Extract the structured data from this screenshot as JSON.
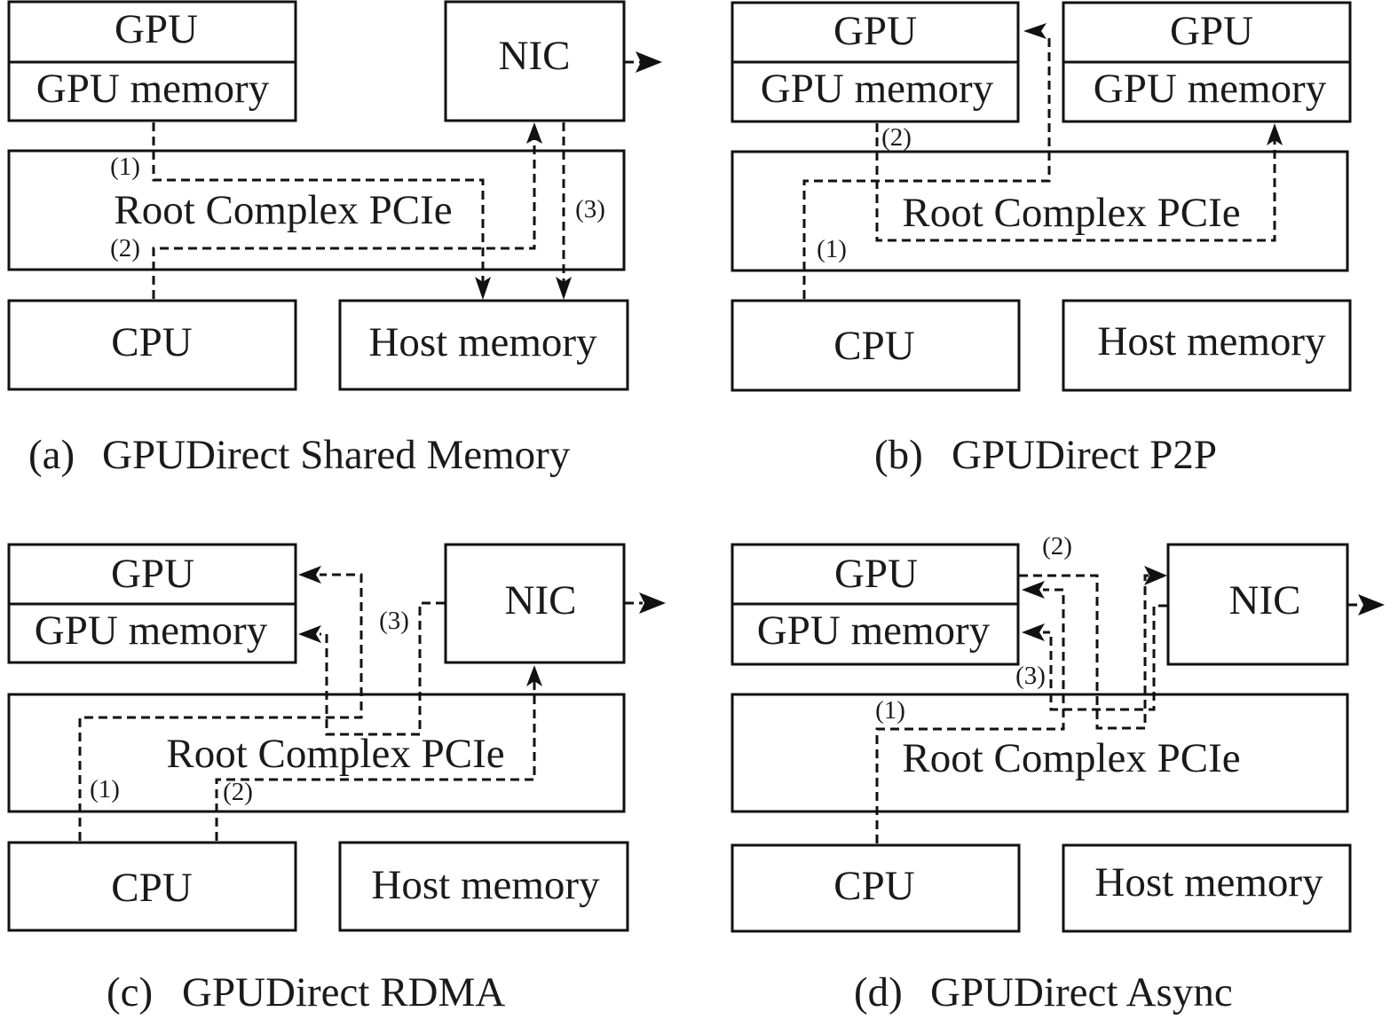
{
  "colors": {
    "stroke": "#111111",
    "text": "#1a1a1a",
    "background": "#ffffff"
  },
  "panels": [
    {
      "id": "a",
      "caption_tag": "(a)",
      "caption": "GPUDirect Shared Memory",
      "boxes": {
        "gpu": "GPU",
        "gpu_memory": "GPU memory",
        "nic": "NIC",
        "root": "Root Complex PCIe",
        "cpu": "CPU",
        "host": "Host memory"
      },
      "steps": [
        "(1)",
        "(2)",
        "(3)"
      ],
      "flows": [
        {
          "step": "(1)",
          "from": "GPU memory",
          "to": "Host memory"
        },
        {
          "step": "(2)",
          "from": "CPU",
          "to": "NIC"
        },
        {
          "step": "(3)",
          "from": "NIC",
          "to": "Host memory"
        },
        {
          "step": "",
          "from": "NIC",
          "to": "network"
        }
      ]
    },
    {
      "id": "b",
      "caption_tag": "(b)",
      "caption": "GPUDirect P2P",
      "boxes": {
        "gpu": "GPU",
        "gpu_memory": "GPU memory",
        "gpu2": "GPU",
        "gpu2_memory": "GPU memory",
        "root": "Root Complex PCIe",
        "cpu": "CPU",
        "host": "Host memory"
      },
      "steps": [
        "(1)",
        "(2)"
      ],
      "flows": [
        {
          "step": "(1)",
          "from": "CPU",
          "to": "GPU"
        },
        {
          "step": "(2)",
          "from": "GPU memory",
          "to": "GPU memory (peer)"
        }
      ]
    },
    {
      "id": "c",
      "caption_tag": "(c)",
      "caption": "GPUDirect RDMA",
      "boxes": {
        "gpu": "GPU",
        "gpu_memory": "GPU memory",
        "nic": "NIC",
        "root": "Root Complex PCIe",
        "cpu": "CPU",
        "host": "Host memory"
      },
      "steps": [
        "(1)",
        "(2)",
        "(3)"
      ],
      "flows": [
        {
          "step": "(1)",
          "from": "CPU",
          "to": "GPU"
        },
        {
          "step": "(2)",
          "from": "CPU",
          "to": "NIC"
        },
        {
          "step": "(3)",
          "from": "NIC",
          "to": "GPU memory"
        },
        {
          "step": "",
          "from": "NIC",
          "to": "network"
        }
      ]
    },
    {
      "id": "d",
      "caption_tag": "(d)",
      "caption": "GPUDirect Async",
      "boxes": {
        "gpu": "GPU",
        "gpu_memory": "GPU memory",
        "nic": "NIC",
        "root": "Root Complex PCIe",
        "cpu": "CPU",
        "host": "Host memory"
      },
      "steps": [
        "(1)",
        "(2)",
        "(3)"
      ],
      "flows": [
        {
          "step": "(1)",
          "from": "CPU",
          "to": "GPU"
        },
        {
          "step": "(2)",
          "from": "GPU",
          "to": "NIC"
        },
        {
          "step": "(3)",
          "from": "NIC",
          "to": "GPU memory"
        },
        {
          "step": "",
          "from": "NIC",
          "to": "network"
        }
      ]
    }
  ]
}
